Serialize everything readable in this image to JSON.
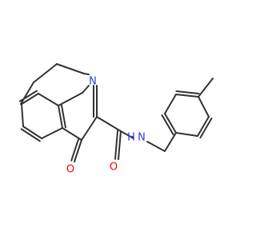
{
  "colors": {
    "background": "#ffffff",
    "bond": "#333333",
    "nitrogen": "#2f3fcf",
    "oxygen": "#ff0000"
  },
  "labels": {
    "ring_nitrogen": "N",
    "amide_nitrogen": "N",
    "amide_hydrogen": "H",
    "ketone_oxygen": "O",
    "amide_oxygen": "O"
  }
}
